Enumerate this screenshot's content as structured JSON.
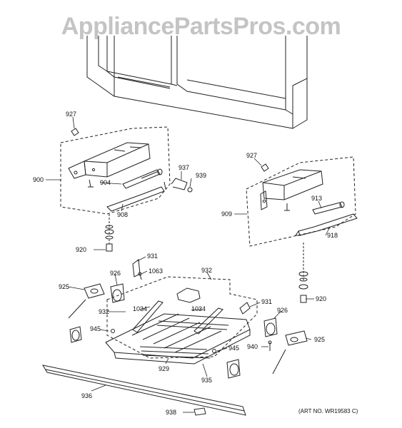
{
  "watermark": "AppliancePartsPros.com",
  "art_number": "(ART NO. WR19583 C)",
  "callouts": {
    "c927_left": "927",
    "c900": "900",
    "c904": "904",
    "c937": "937",
    "c939": "939",
    "c908": "908",
    "c920_left": "920",
    "c927_right": "927",
    "c909": "909",
    "c913": "913",
    "c918": "918",
    "c920_right": "920",
    "c931_left": "931",
    "c1063": "1063",
    "c926_left": "926",
    "c932_top": "932",
    "c925_left": "925",
    "c932_left": "932",
    "c1034_left": "1034",
    "c1034_right": "1034",
    "c931_right": "931",
    "c926_right": "926",
    "c945_left": "945",
    "c945_right": "945",
    "c925_right": "925",
    "c940": "940",
    "c929": "929",
    "c935": "935",
    "c936": "936",
    "c938": "938"
  }
}
